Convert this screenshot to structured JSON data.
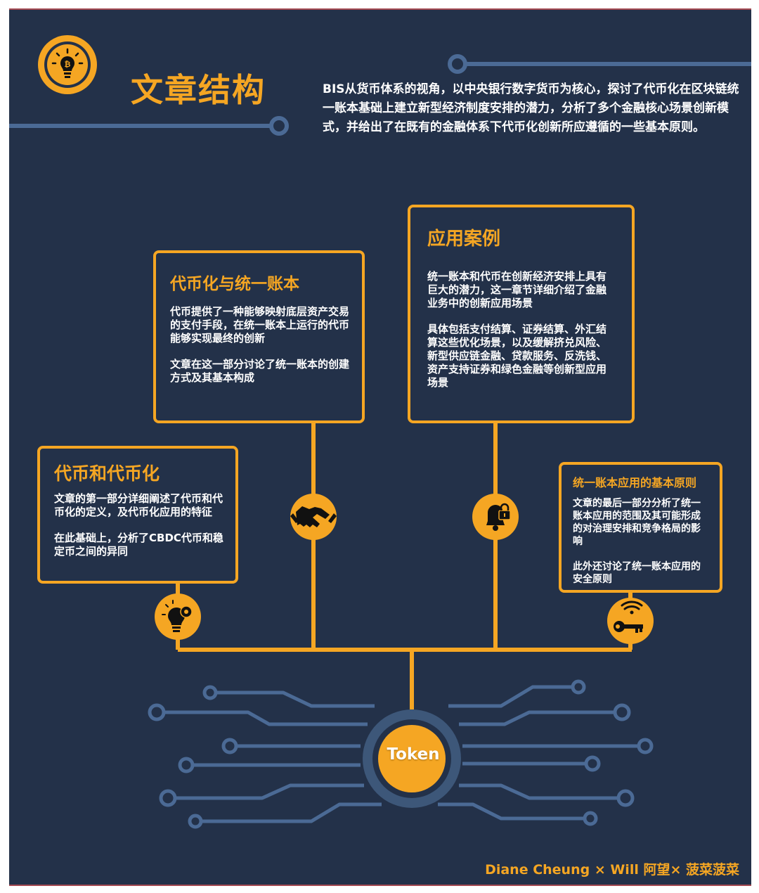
{
  "header": {
    "title": "文章结构",
    "intro": "BIS从货币体系的视角，以中央银行数字货币为核心，探讨了代币化在区块链统一账本基础上建立新型经济制度安排的潜力，分析了多个金融核心场景创新模式，并给出了在既有的金融体系下代币化创新所应遵循的一些基本原则。"
  },
  "cards": {
    "token_intro": {
      "title": "代币和代币化",
      "paragraphs": [
        "文章的第一部分详细阐述了代币和代币化的定义，及代币化应用的特征",
        "在此基础上，分析了CBDC代币和稳定币之间的异同"
      ]
    },
    "unified_ledger": {
      "title": "代币化与统一账本",
      "paragraphs": [
        "代币提供了一种能够映射底层资产交易的支付手段，在统一账本上运行的代币能够实现最终的创新",
        "文章在这一部分讨论了统一账本的创建方式及其基本构成"
      ]
    },
    "use_cases": {
      "title": "应用案例",
      "paragraphs": [
        "统一账本和代币在创新经济安排上具有巨大的潜力，这一章节详细介绍了金融业务中的创新应用场景",
        "具体包括支付结算、证券结算、外汇结算这些优化场景，以及缓解挤兑风险、新型供应链金融、贷款服务、反洗钱、资产支持证券和绿色金融等创新型应用场景"
      ]
    },
    "principles": {
      "title": "统一账本应用的基本原则",
      "paragraphs": [
        "文章的最后一部分分析了统一账本应用的范围及其可能形成的对治理安排和竞争格局的影响",
        "此外还讨论了统一账本应用的安全原则"
      ]
    }
  },
  "center": {
    "label": "Token"
  },
  "footer": {
    "credit": "Diane Cheung × Will 阿望× 菠菜菠菜"
  },
  "icons": {
    "header": "lightbulb-bitcoin-icon",
    "token_intro": "lightbulb-gear-icon",
    "unified_ledger": "handshake-icon",
    "use_cases": "bell-lock-icon",
    "principles": "wifi-key-icon"
  },
  "colors": {
    "background": "#233149",
    "accent": "#f5a623",
    "circuit": "#4b6a95",
    "text": "#ffffff"
  }
}
